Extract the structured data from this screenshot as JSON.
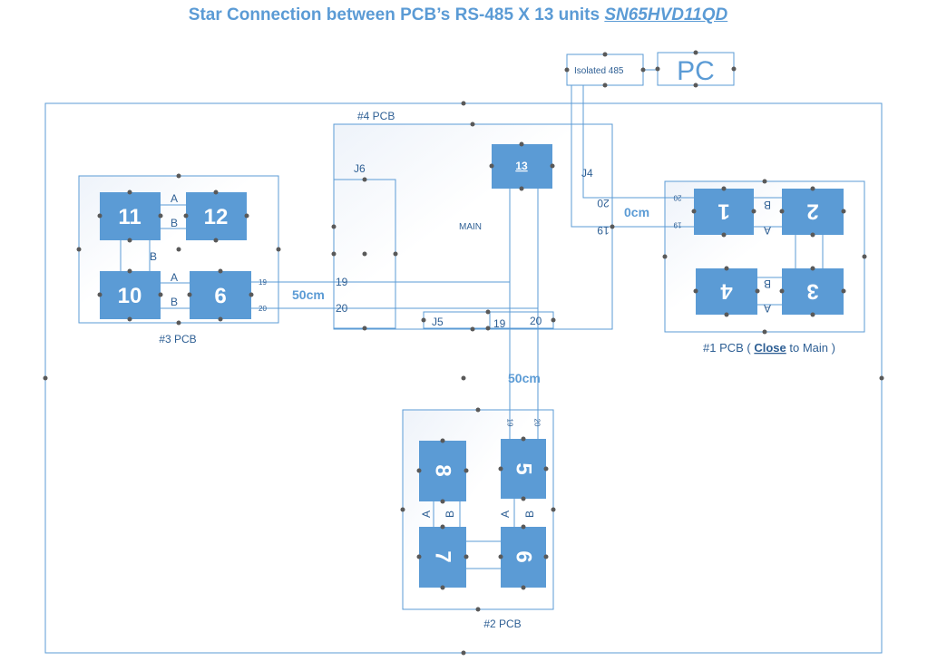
{
  "title": {
    "prefix": "Star Connection between PCB’s RS-485  X 13 units ",
    "part_number": "SN65HVD11QD"
  },
  "colors": {
    "line": "#5b9bd5",
    "unit_fill": "#5b9bd5",
    "handle": "#595959",
    "text": "#2e5f94"
  },
  "boards": {
    "pcb4": "#4 PCB",
    "pcb3": "#3 PCB",
    "pcb1": "#1 PCB ( ",
    "pcb1_close": "Close",
    "pcb1_tail": " to Main )",
    "pcb2": "#2 PCB"
  },
  "isolated": "Isolated 485",
  "pc": "PC",
  "connectors": {
    "j6": "J6",
    "j4": "J4",
    "j5": "J5",
    "main": "MAIN"
  },
  "units": {
    "u1": "1",
    "u2": "2",
    "u3": "3",
    "u4": "4",
    "u5": "5",
    "u6": "6",
    "u7": "7",
    "u8": "8",
    "u9": "9",
    "u10": "10",
    "u11": "11",
    "u12": "12",
    "u13": "13"
  },
  "signals": {
    "a": "A",
    "b": "B"
  },
  "pins": {
    "p19": "19",
    "p20": "20"
  },
  "distances": {
    "left": "50cm",
    "right": "0cm",
    "bottom": "50cm"
  }
}
